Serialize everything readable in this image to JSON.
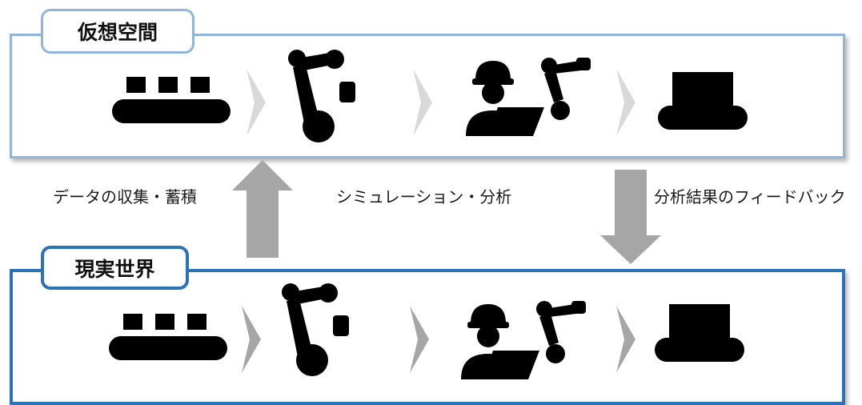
{
  "virtual": {
    "title": "仮想空間"
  },
  "real": {
    "title": "現実世界"
  },
  "labels": {
    "collect": "データの収集・蓄積",
    "simulate": "シミュレーション・分析",
    "feedback": "分析結果のフィードバック"
  },
  "colors": {
    "virtual_border": "#8fb6da",
    "virtual_stroke": "#7f9ecd",
    "virtual_fill": "#eaf1fa",
    "virtual_block": "#9bbbe6",
    "real_border": "#2b73b8",
    "real_stroke": "#2f5f9a",
    "real_fill": "#dceaf8",
    "real_block": "#1f6fc4",
    "arrow": "#a6a6a6",
    "chevron": "#d9d9d9"
  },
  "icons": [
    "conveyor-icon",
    "robot-arm-welding-icon",
    "engineer-laptop-robot-icon",
    "product-inspection-icon"
  ]
}
